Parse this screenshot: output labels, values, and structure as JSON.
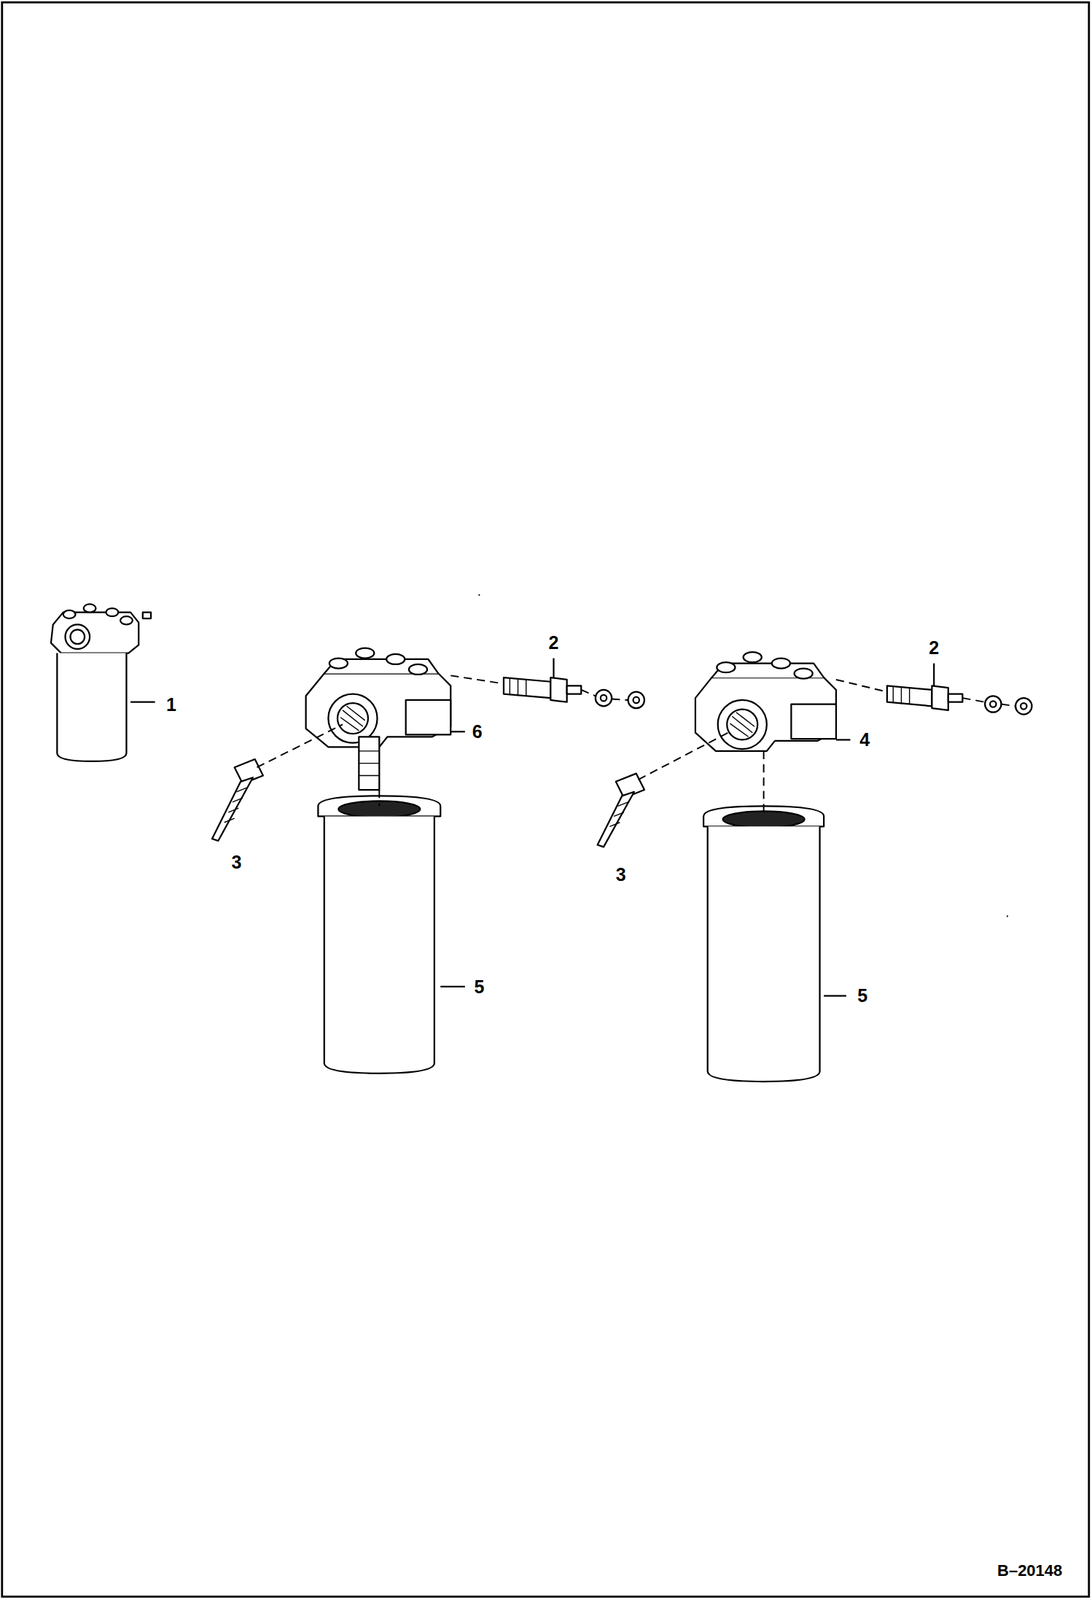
{
  "diagram": {
    "labels": [
      "2",
      "2",
      "1",
      "6",
      "4",
      "3",
      "3",
      "5",
      "5",
      "B–20148"
    ]
  }
}
